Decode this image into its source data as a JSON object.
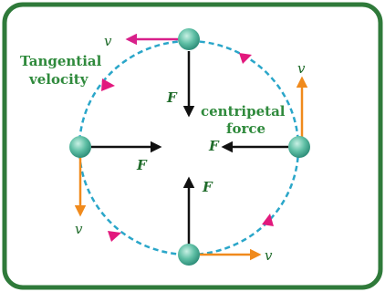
{
  "colors": {
    "frame": "#2f7a3a",
    "circle": "#2aa6c9",
    "force_arrow": "#111111",
    "tangent_arrow_orange": "#f08a1c",
    "tangent_arrow_magenta": "#d8208a",
    "direction_marker": "#e2197d",
    "ball_light": "#c8f0e4",
    "ball_dark": "#2f8f7a",
    "label_green": "#2f8a3c"
  },
  "labels": {
    "tangential_line1": "Tangential",
    "tangential_line2": "velocity",
    "centripetal_line1": "centripetal",
    "centripetal_line2": "force",
    "force_symbol": "F",
    "velocity_symbol": "v"
  }
}
